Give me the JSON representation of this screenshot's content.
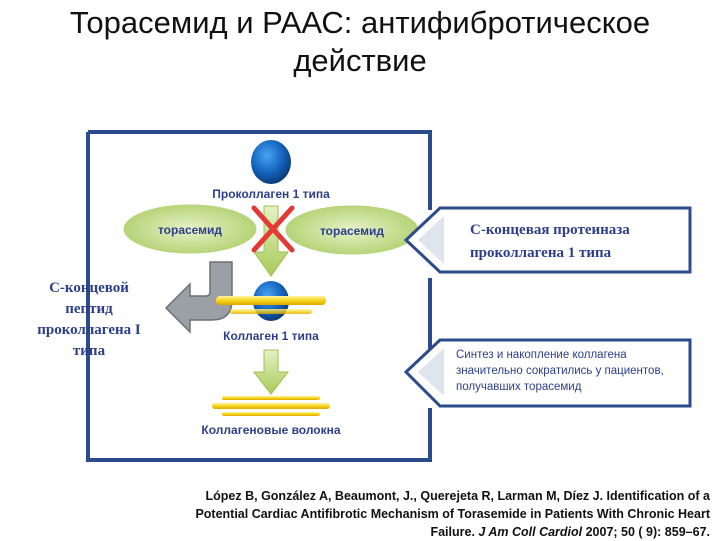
{
  "title": {
    "line1": "Торасемид и РААС: антифибротическое",
    "line2": "действие"
  },
  "diagram": {
    "procollagen_label": "Проколлаген 1 типа",
    "torasemide_left": "торасемид",
    "torasemide_right": "торасемид",
    "collagen_label": "Коллаген 1 типа",
    "fibers_label": "Коллагеновые волокна",
    "callout_protease": {
      "line1": "С-концевая протеиназа",
      "line2": "проколлагена 1 типа"
    },
    "callout_synthesis": {
      "line1": "Синтез и накопление коллагена",
      "line2": "значительно сократились у пациентов,",
      "line3": "получавших торасемид"
    },
    "side_label": {
      "line1": "С-концевой",
      "line2": "пептид",
      "line3": "проколлагена I",
      "line4": "типа"
    }
  },
  "citation": {
    "line1": "López B, González A, Beaumont, J., Querejeta R, Larman M, Díez J. Identification of a",
    "line2": "Potential Cardiac Antifibrotic Mechanism of Torasemide in Patients With Chronic Heart",
    "line3_a": "Failure. ",
    "line3_journal": "J Am Coll Cardiol",
    "line3_b": " 2007; 50 ( 9): 859–67."
  },
  "colors": {
    "frame": "#2c4b8c",
    "ellipse_fill": "#c5dc8a",
    "arrow_green": "#b7d56b",
    "ball_blue": "#1565c0",
    "band_yellow": "#f6d41a",
    "cross_red": "#e53935",
    "gray_arrow": "#9aa0a6"
  }
}
